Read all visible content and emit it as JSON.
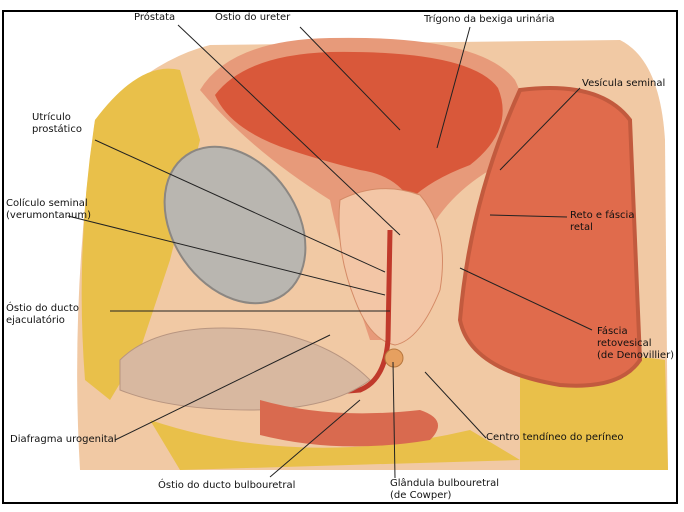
{
  "labels": {
    "prostata": "Próstata",
    "ostio_ureter": "Óstio do ureter",
    "trigono": "Trígono da bexiga urinária",
    "vesicula": "Vesícula seminal",
    "utriculo_1": "Utrículo",
    "utriculo_2": "prostático",
    "coliculo_1": "Colículo seminal",
    "coliculo_2": "(verumontanum)",
    "reto_1": "Reto e fáscia",
    "reto_2": "retal",
    "ostio_ejac_1": "Óstio do ducto",
    "ostio_ejac_2": "ejaculatório",
    "fascia_1": "Fáscia",
    "fascia_2": "retovesical",
    "fascia_3": "(de Denovillier)",
    "diafragma": "Diafragma urogenital",
    "centro": "Centro tendíneo do períneo",
    "ostio_bulbo": "Óstio do ducto bulbouretral",
    "glandula_1": "Glândula bulbouretral",
    "glandula_2": "(de Cowper)"
  },
  "colors": {
    "tissue": "#e8a079",
    "bladder": "#d9583a",
    "fat": "#e9c04a",
    "bone": "#b9b6b0"
  }
}
